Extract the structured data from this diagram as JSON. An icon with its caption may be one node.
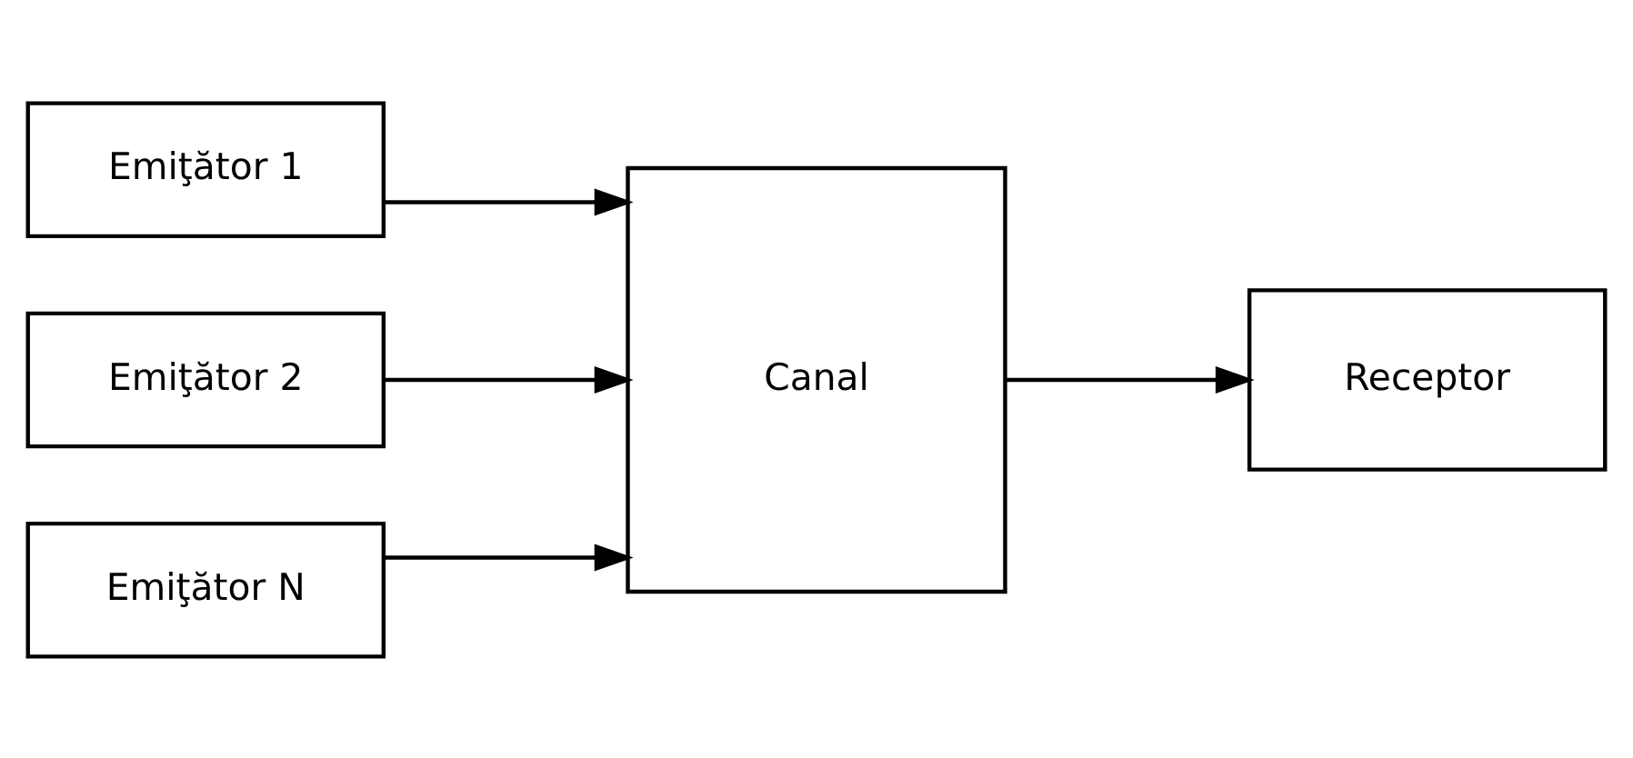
{
  "diagram": {
    "nodes": [
      {
        "text": [
          "Emiţător 1"
        ]
      },
      {
        "text": [
          "Emiţător 2"
        ]
      },
      {
        "text": [
          "Emiţător N"
        ]
      },
      {
        "text": [
          "Canal"
        ]
      },
      {
        "text": [
          "Receptor"
        ]
      }
    ],
    "edges": [
      {
        "from": 0,
        "to": 3,
        "arrow": "to"
      },
      {
        "from": 1,
        "to": 3,
        "arrow": "to"
      },
      {
        "from": 2,
        "to": 3,
        "arrow": "to"
      },
      {
        "from": 3,
        "to": 4,
        "arrow": "to"
      }
    ]
  }
}
